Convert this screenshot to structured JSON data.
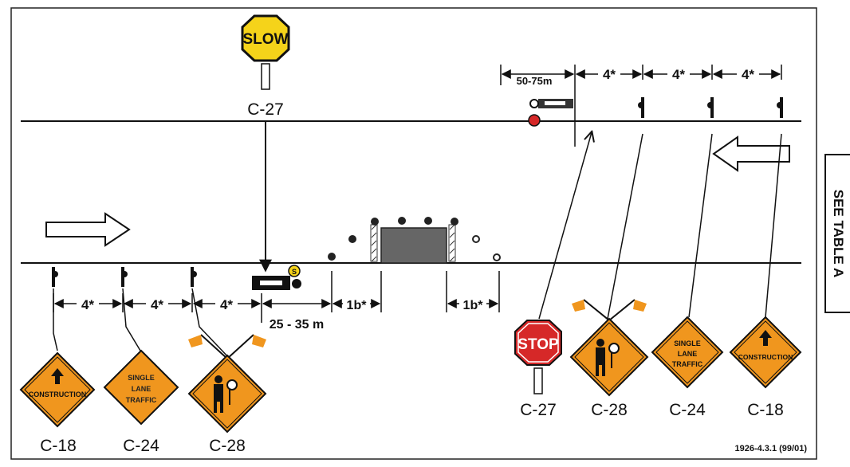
{
  "side_tab": "SEE TABLE A",
  "figure_id": "1926-4.3.1 (99/01)",
  "sign_codes": {
    "slow_paddle": "C-27",
    "left": [
      "C-18",
      "C-24",
      "C-28"
    ],
    "right": [
      "C-27",
      "C-28",
      "C-24",
      "C-18"
    ]
  },
  "sign_faces": {
    "slow": "SLOW",
    "stop": "STOP",
    "construction": "CONSTRUCTION",
    "single_lane_traffic": [
      "SINGLE",
      "LANE",
      "TRAFFIC"
    ]
  },
  "spacing_labels": {
    "left": [
      "4*",
      "4*",
      "4*"
    ],
    "flagger_left": "25 - 35 m",
    "buffer_left": "1b*",
    "buffer_right": "1b*",
    "top_first": "50-75m",
    "top": [
      "4*",
      "4*",
      "4*"
    ]
  },
  "colors": {
    "sign_orange": "#f0961e",
    "sign_yellow": "#f5d31a",
    "stop_red": "#d62828",
    "work_area": "#666666"
  }
}
